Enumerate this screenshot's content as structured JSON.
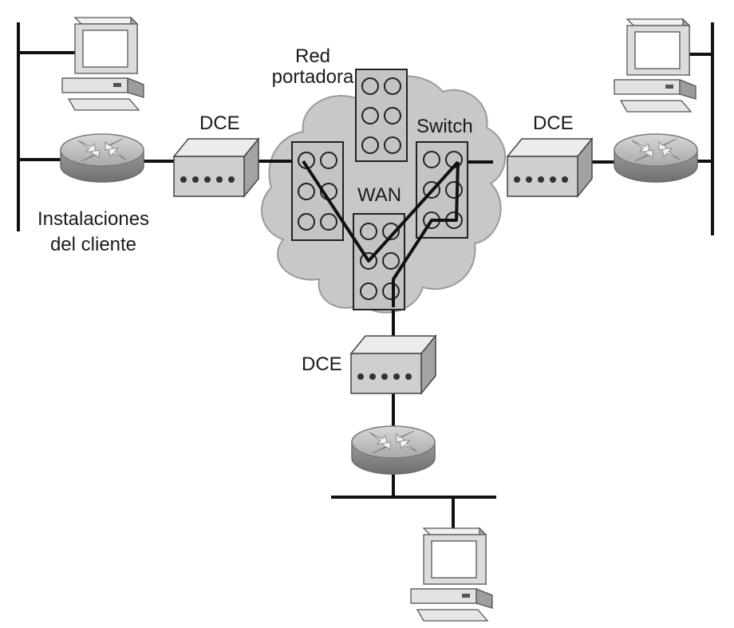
{
  "labels": {
    "carrier_network": [
      "Red",
      "portadora"
    ],
    "switch": "Switch",
    "wan": "WAN",
    "dce_left": "DCE",
    "dce_right": "DCE",
    "dce_bottom": "DCE",
    "customer_premises": [
      "Instalaciones",
      "del cliente"
    ]
  },
  "colors": {
    "line": "#111111",
    "cloud_fill": "#c7c7c7",
    "cloud_stroke": "#9a9a9a",
    "device_light": "#e2e2e2",
    "device_mid": "#b9b9b9",
    "device_dark": "#8a8a8a",
    "switch_panel": "#c4c4c4"
  },
  "icons": {
    "pc": "desktop-computer-icon",
    "router": "router-icon",
    "dce": "dce-modem-icon",
    "switch": "wan-switch-icon"
  }
}
